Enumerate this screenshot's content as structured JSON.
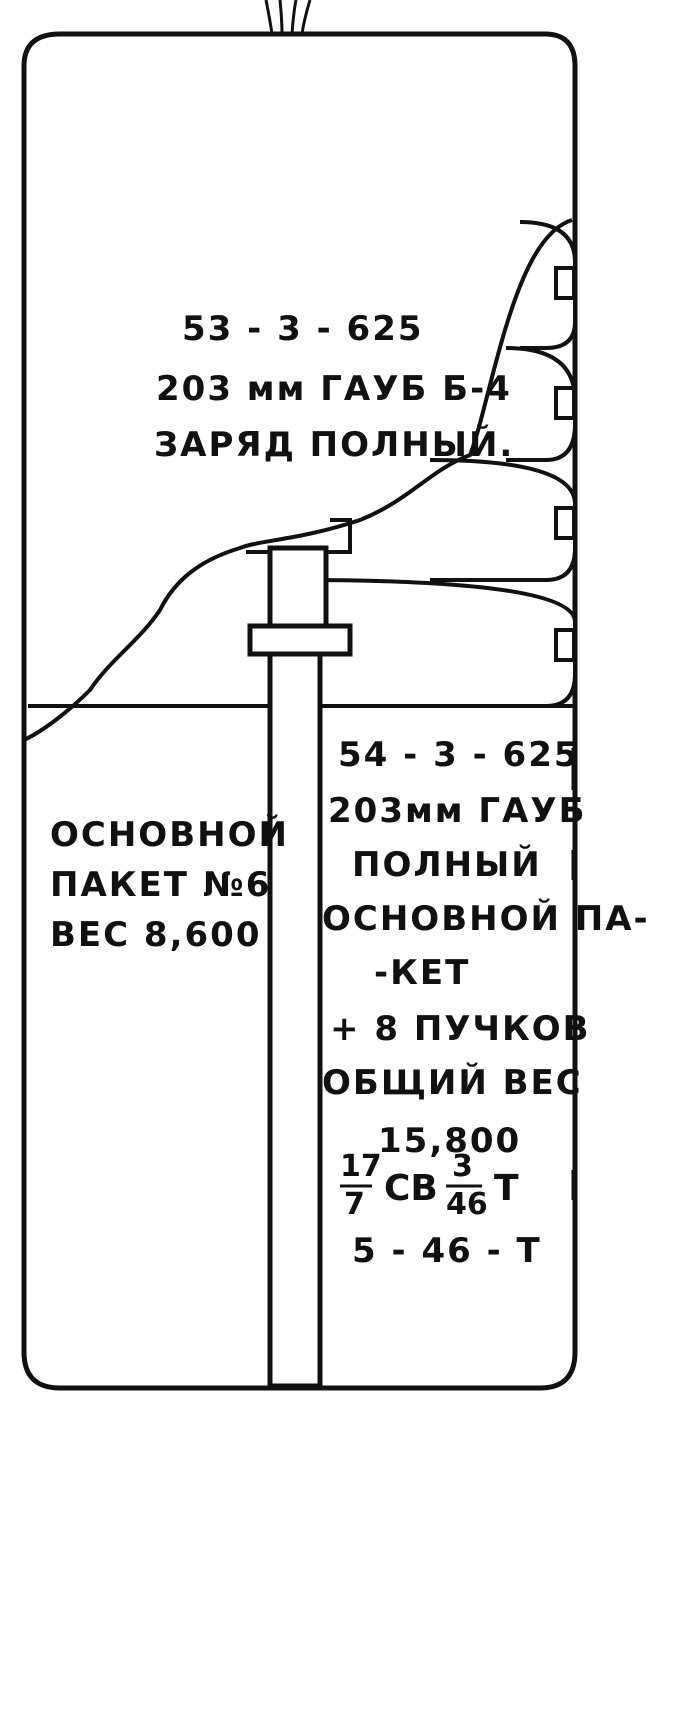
{
  "upper_label": {
    "line1": "53 - 3 - 625",
    "line2": "203 мм ГАУБ Б-4",
    "line3": "ЗАРЯД ПОЛНЫЙ."
  },
  "left_label": {
    "line1": "ОСНОВНОЙ",
    "line2": "ПАКЕТ №6",
    "line3": "ВЕС 8,600"
  },
  "right_label": {
    "line1": "54 - 3 - 625",
    "line2": "203мм ГАУБ",
    "line3": "ПОЛНЫЙ",
    "line4": "ОСНОВНОЙ ПА-",
    "line5": "-КЕТ",
    "line6": "+ 8 ПУЧКОВ",
    "line7": "ОБЩИЙ ВЕС",
    "line8": "15,800",
    "fraction1_num": "17",
    "fraction1_den": "7",
    "fraction_mid": "СВ",
    "fraction2_num": "3",
    "fraction2_den": "46",
    "fraction_tail": "Т",
    "line10": "5 - 46 - Т"
  }
}
